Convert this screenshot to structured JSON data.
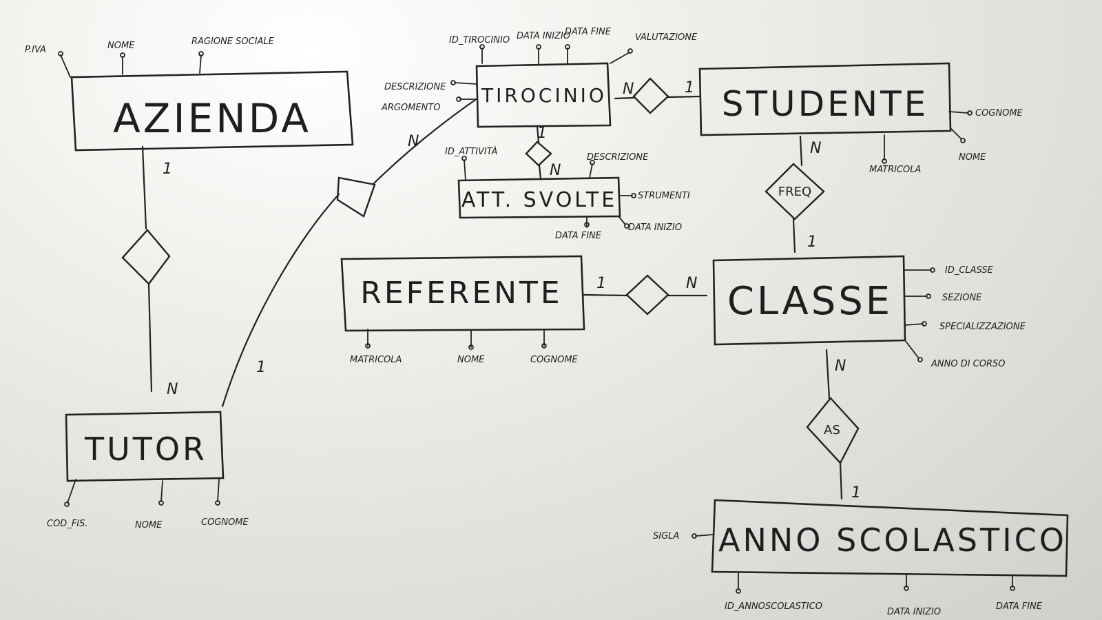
{
  "entities": {
    "azienda": "AZIENDA",
    "tirocinio": "TIROCINIO",
    "studente": "STUDENTE",
    "att_svolte": "ATT. SVOLTE",
    "referente": "REFERENTE",
    "classe": "CLASSE",
    "tutor": "TUTOR",
    "anno_scolastico": "ANNO SCOLASTICO"
  },
  "relationships": {
    "freq": "FREQ",
    "as": "AS"
  },
  "attributes": {
    "azienda": [
      "P.IVA",
      "NOME",
      "RAGIONE SOCIALE"
    ],
    "tirocinio": [
      "ID_TIROCINIO",
      "DATA INIZIO",
      "DATA FINE",
      "VALUTAZIONE",
      "DESCRIZIONE",
      "ARGOMENTO"
    ],
    "studente": [
      "COGNOME",
      "NOME",
      "MATRICOLA"
    ],
    "att_svolte": [
      "ID_ATTIVITÀ",
      "DESCRIZIONE",
      "STRUMENTI",
      "DATA INIZIO",
      "DATA FINE"
    ],
    "referente": [
      "MATRICOLA",
      "NOME",
      "COGNOME"
    ],
    "classe": [
      "ID_CLASSE",
      "SEZIONE",
      "SPECIALIZZAZIONE",
      "ANNO DI CORSO"
    ],
    "tutor": [
      "COD_FIS.",
      "NOME",
      "COGNOME"
    ],
    "anno_scolastico": [
      "SIGLA",
      "ID_ANNOSCOLASTICO",
      "DATA INIZIO",
      "DATA FINE"
    ]
  },
  "cardinalities": {
    "azienda_side": "1",
    "tutor_side": "N",
    "tirocinio_tutor_side": "N",
    "tutor_tirocinio_side": "1",
    "tirocinio_studente_side": "N",
    "studente_tirocinio_side": "1",
    "tirocinio_att_side": "1",
    "att_tirocinio_side": "N",
    "studente_freq_side": "N",
    "classe_freq_side": "1",
    "referente_side": "1",
    "classe_referente_side": "N",
    "classe_as_side": "N",
    "anno_as_side": "1"
  },
  "colors": {
    "marker": "#222222",
    "board": "#e4e5e0"
  }
}
